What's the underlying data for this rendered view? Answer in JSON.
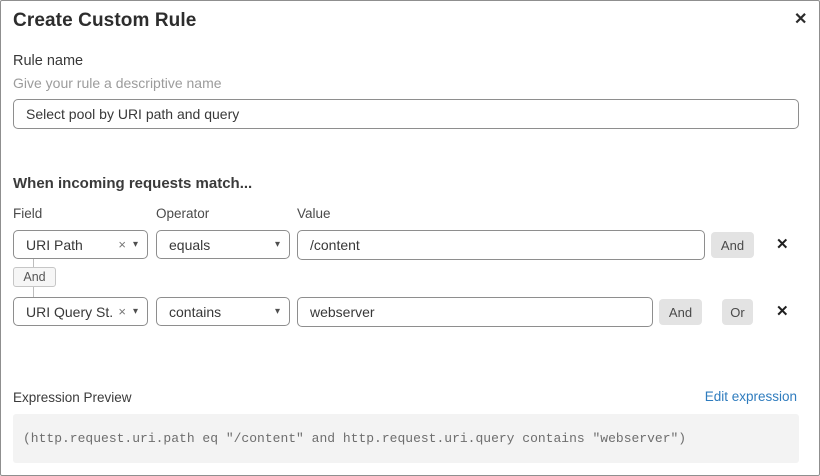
{
  "dialog": {
    "title": "Create Custom Rule",
    "close_icon": "✕"
  },
  "rule_name": {
    "label": "Rule name",
    "helper": "Give your rule a descriptive name",
    "value": "Select pool by URI path and query"
  },
  "matcher": {
    "heading": "When incoming requests match...",
    "columns": {
      "field": "Field",
      "operator": "Operator",
      "value": "Value"
    },
    "connector_label": "And",
    "icons": {
      "clear": "×",
      "caret": "▾",
      "delete": "✕"
    },
    "rows": [
      {
        "field": "URI Path",
        "operator": "equals",
        "value": "/content",
        "buttons": [
          "And"
        ]
      },
      {
        "field": "URI Query St...",
        "operator": "contains",
        "value": "webserver",
        "buttons": [
          "And",
          "Or"
        ]
      }
    ]
  },
  "expression": {
    "label": "Expression Preview",
    "edit_link": "Edit expression",
    "code": "(http.request.uri.path eq \"/content\" and http.request.uri.query contains \"webserver\")"
  },
  "colors": {
    "link_blue": "#2f7cbe",
    "button_gray": "#e3e3e3",
    "code_background": "#f3f3f3",
    "border_gray": "#8e8e8e"
  }
}
